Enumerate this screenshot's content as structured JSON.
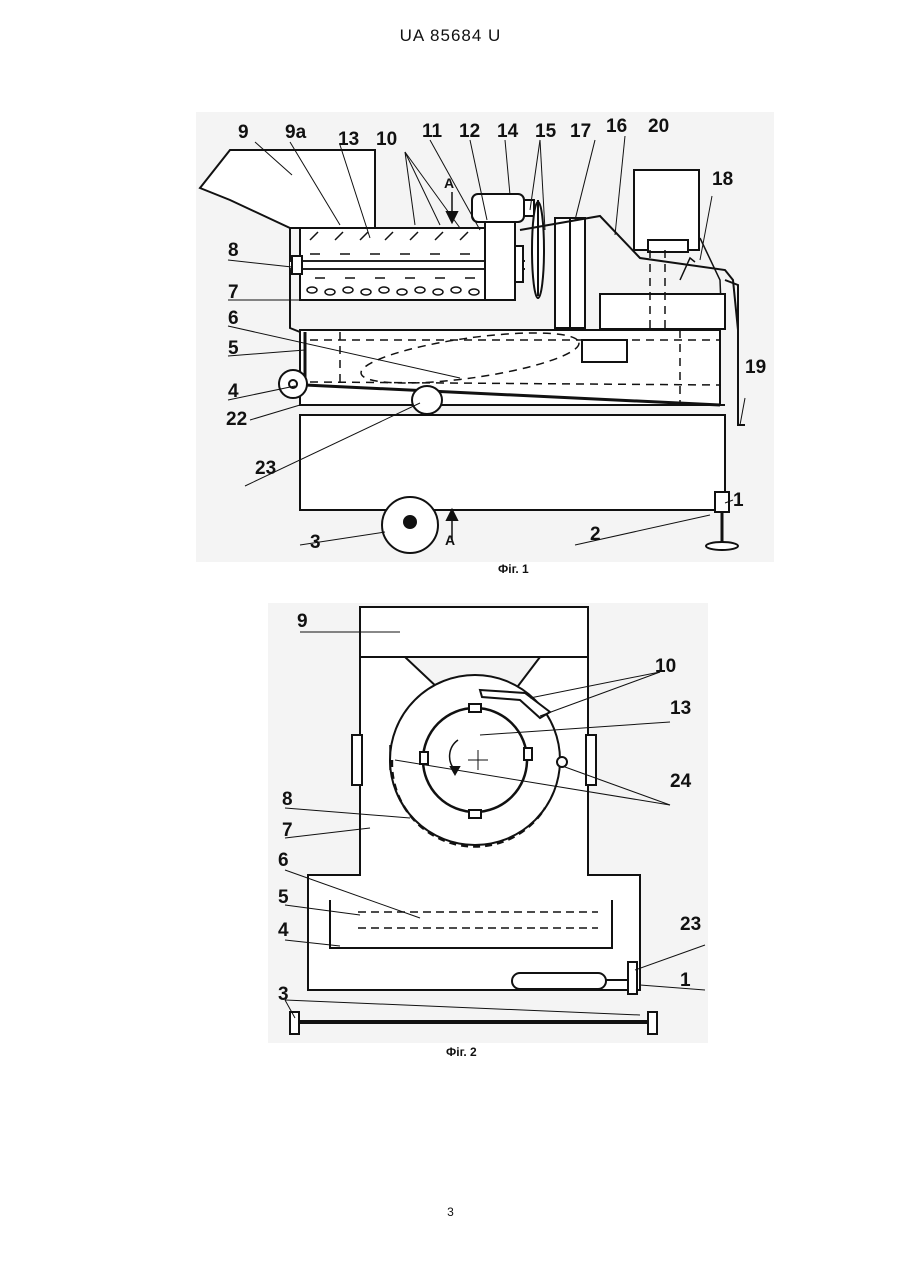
{
  "header": {
    "patent_no": "UA   85684   U"
  },
  "figure1": {
    "caption": "Фіг. 1",
    "labels": {
      "l9": "9",
      "l9a": "9а",
      "l13": "13",
      "l10": "10",
      "l11": "11",
      "l12": "12",
      "l14": "14",
      "l15": "15",
      "l17": "17",
      "l16": "16",
      "l20": "20",
      "l18": "18",
      "l8": "8",
      "l7": "7",
      "l6": "6",
      "l5": "5",
      "l4": "4",
      "l22": "22",
      "l19": "19",
      "l23": "23",
      "l3": "3",
      "l2": "2",
      "l1": "1",
      "arrowA_top": "А",
      "arrowA_bottom": "А"
    }
  },
  "figure2": {
    "caption": "Фіг. 2",
    "labels": {
      "l9": "9",
      "l10": "10",
      "l13": "13",
      "l24": "24",
      "l8": "8",
      "l7": "7",
      "l6": "6",
      "l5": "5",
      "l4": "4",
      "l23": "23",
      "l1": "1",
      "l3": "3"
    }
  },
  "page_number": "3"
}
